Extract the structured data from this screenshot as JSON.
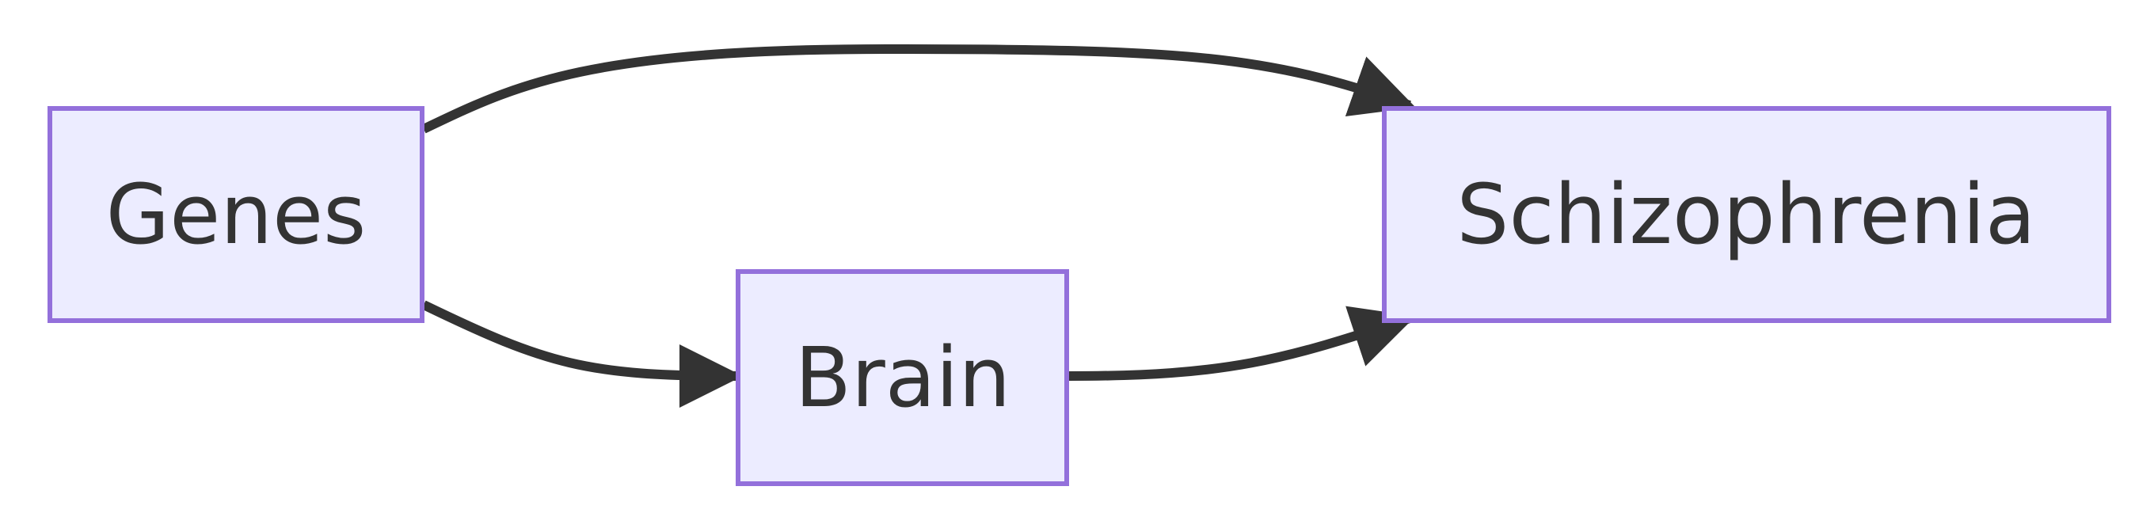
{
  "colors": {
    "node_fill": "#ECECFF",
    "node_stroke": "#9370DB",
    "edge": "#333333",
    "text": "#333333",
    "background": "#FFFFFF"
  },
  "nodes": {
    "genes": {
      "label": "Genes"
    },
    "brain": {
      "label": "Brain"
    },
    "schizophrenia": {
      "label": "Schizophrenia"
    }
  },
  "edges": [
    {
      "from": "Genes",
      "to": "Schizophrenia"
    },
    {
      "from": "Genes",
      "to": "Brain"
    },
    {
      "from": "Brain",
      "to": "Schizophrenia"
    }
  ]
}
